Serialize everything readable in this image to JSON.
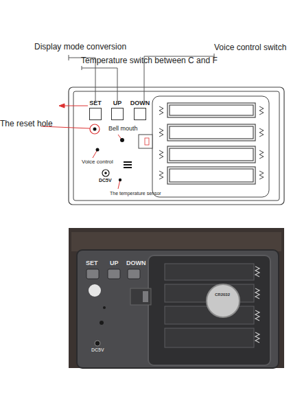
{
  "diagram": {
    "nodes": [
      {
        "text": [
          "SET"
        ]
      },
      {
        "text": [
          "UP"
        ]
      },
      {
        "text": [
          "DOWN"
        ]
      }
    ],
    "labels": [
      "Display mode conversion",
      "Temperature switch between C and F",
      "Voice control switch",
      "The reset hole",
      "Bell mouth",
      "Voice control",
      "DC5V",
      "The temperature sensor",
      "SET",
      "UP",
      "DOWN",
      "DC5V",
      "CR2032"
    ]
  }
}
